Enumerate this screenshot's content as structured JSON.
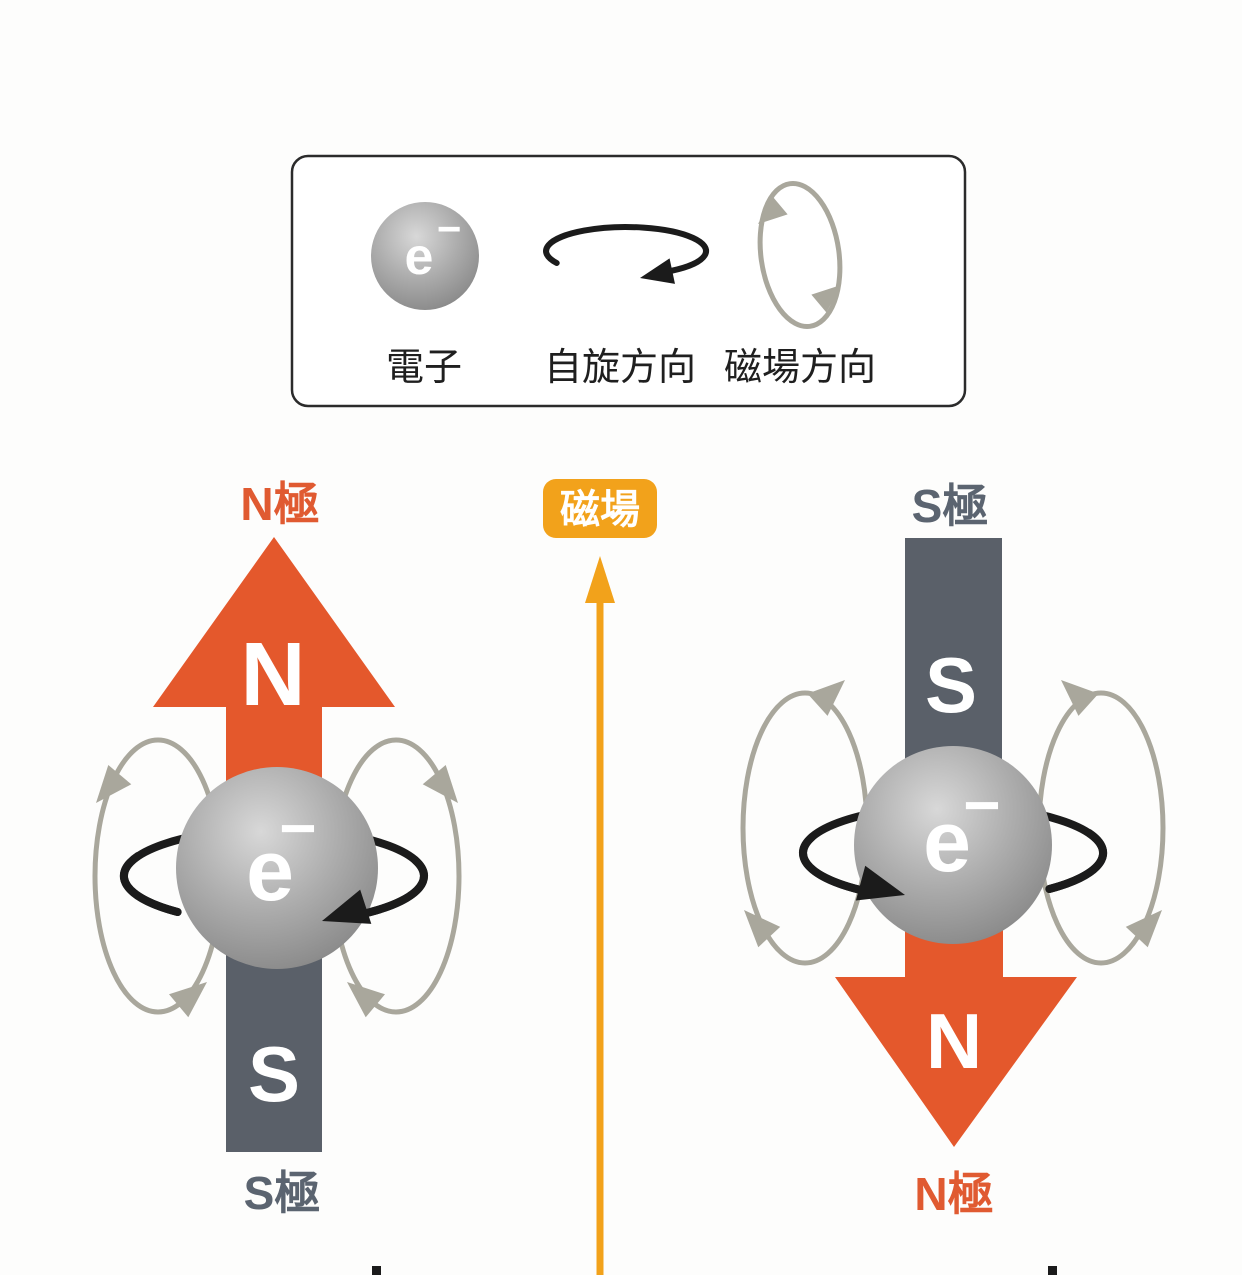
{
  "colors": {
    "background": "#fdfdfc",
    "orange_arrow": "#E4582C",
    "orange_text": "#E05A31",
    "slate_bar": "#5A6069",
    "slate_text": "#5B6470",
    "amber": "#F2A21B",
    "loop_gray": "#A9A79C",
    "spin_black": "#1B1B1B",
    "label_black": "#1F1F1F",
    "white": "#FFFFFF",
    "legend_border": "#2B2B2B"
  },
  "legend": {
    "electron_symbol": "e",
    "electron_sup": "−",
    "electron_label": "電子",
    "spin_label": "自旋方向",
    "field_label": "磁場方向"
  },
  "center": {
    "field_badge": "磁場"
  },
  "left_magnet": {
    "top_label": "N極",
    "arrow_letter": "N",
    "electron_symbol": "e",
    "electron_sup": "−",
    "bar_letter": "S",
    "bottom_label": "S極"
  },
  "right_magnet": {
    "top_label": "S極",
    "bar_letter": "S",
    "electron_symbol": "e",
    "electron_sup": "−",
    "arrow_letter": "N",
    "bottom_label": "N極"
  }
}
